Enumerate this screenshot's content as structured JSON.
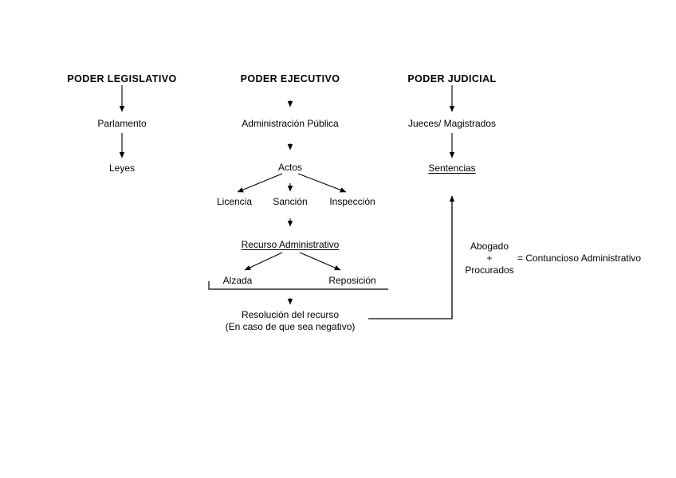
{
  "diagram": {
    "title_legislativo": "PODER LEGISLATIVO",
    "title_ejecutivo": "PODER EJECUTIVO",
    "title_judicial": "PODER JUDICIAL",
    "legislativo": {
      "parlamento": "Parlamento",
      "leyes": "Leyes"
    },
    "ejecutivo": {
      "administracion": "Administración Pública",
      "actos": "Actos",
      "licencia": "Licencia",
      "sancion": "Sanción",
      "inspeccion": "Inspección",
      "recurso": "Recurso Administrativo",
      "alzada": "Alzada",
      "reposicion": "Reposición",
      "resolucion_line1": "Resolución del recurso",
      "resolucion_line2": "(En caso de que sea negativo)"
    },
    "judicial": {
      "jueces": "Jueces/ Magistrados",
      "sentencias": "Sentencias"
    },
    "annotation": {
      "abogado": "Abogado",
      "plus": "+",
      "procurados": "Procurados",
      "equals_result": "= Contuncioso Administrativo"
    },
    "colors": {
      "ink": "#000000",
      "background": "#ffffff"
    }
  }
}
